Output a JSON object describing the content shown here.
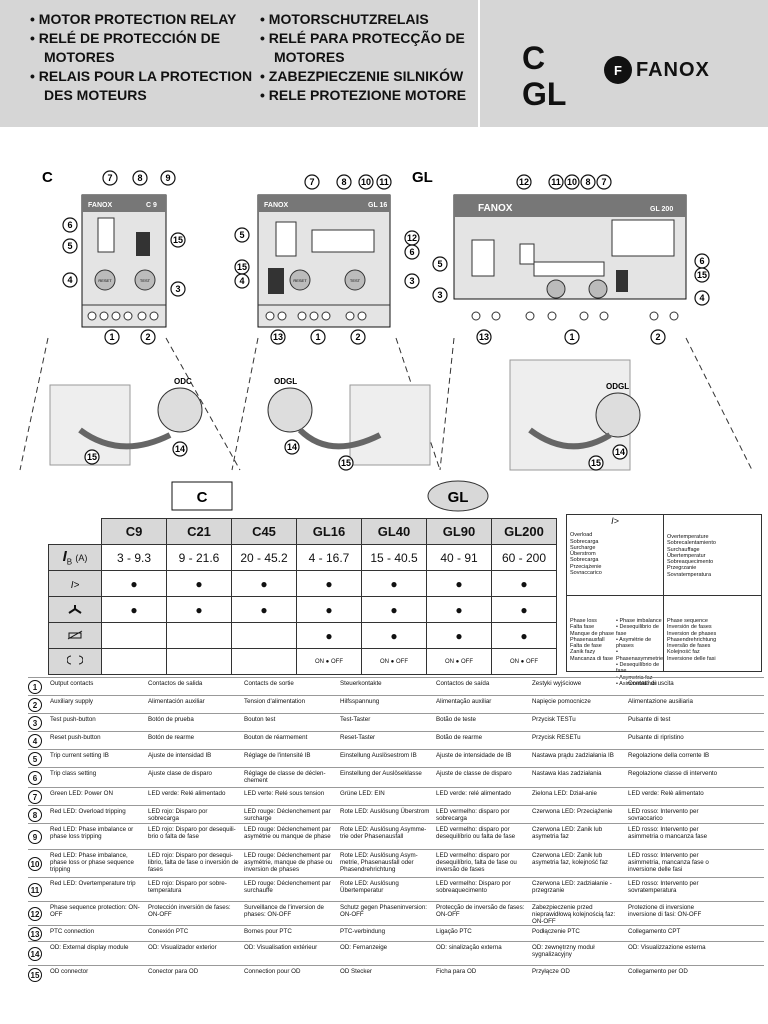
{
  "header": {
    "left": [
      "• MOTOR PROTECTION RELAY",
      "• RELÉ DE PROTECCIÓN DE MOTORES",
      "• RELAIS POUR LA PROTECTION DES MOTEURS"
    ],
    "right": [
      "• MOTORSCHUTZRELAIS",
      "• RELÉ PARA PROTECÇÃO DE MOTORES",
      "• ZABEZPIECZENIE SILNIKÓW",
      "• RELE PROTEZIONE MOTORE"
    ],
    "code_c": "C",
    "code_gl": "GL",
    "brand": "FANOX"
  },
  "diagram": {
    "label_c": "C",
    "label_gl": "GL",
    "odc": "ODC",
    "odgl_1": "ODGL",
    "odgl_2": "ODGL",
    "box_c": "C",
    "box_gl": "GL",
    "device_c_model": "C 9",
    "device_gl16_model": "GL 16",
    "device_gl200_model": "GL 200",
    "reset": "RESET",
    "test": "TEST"
  },
  "table": {
    "headers": [
      "C9",
      "C21",
      "C45",
      "GL16",
      "GL40",
      "GL90",
      "GL200"
    ],
    "ib_label": "I",
    "ib_sub": "B",
    "ib_unit": "(A)",
    "ib_values": [
      "3 - 9.3",
      "9 - 21.6",
      "20 - 45.2",
      "4 - 16.7",
      "15 - 40.5",
      "40 - 91",
      "60 - 200"
    ],
    "row_overload": [
      "●",
      "●",
      "●",
      "●",
      "●",
      "●",
      "●"
    ],
    "row_phase": [
      "●",
      "●",
      "●",
      "●",
      "●",
      "●",
      "●"
    ],
    "row_ptc": [
      "",
      "",
      "",
      "●",
      "●",
      "●",
      "●"
    ],
    "on": "ON",
    "off": "OFF"
  },
  "legend": {
    "overload_symbol": "I>",
    "overload": [
      "Overload",
      "Sobrecarga",
      "Surcharge",
      "Überstrom",
      "Sobrecarga",
      "Przeciążenie",
      "Sovraccarico"
    ],
    "overtemp": [
      "Overtemperature",
      "Sobrecalentamiento",
      "Surchauffage",
      "Übertemperatur",
      "Sobreaquecimento",
      "Przegrzanie",
      "Sovratemperatura"
    ],
    "phaseloss": [
      "Phase loss",
      "Falta fase",
      "Manque de phase",
      "Phasenausfall",
      "Falta de fase",
      "Zanik fazy",
      "Mancanza di fase"
    ],
    "imbalance": [
      "• Phase imbalance",
      "• Desequilibrio de fase",
      "• Asymétrie de phases",
      "• Phasenasymmetrie",
      "• Desequilíbrio de fase",
      "• Asymetria faz",
      "• Asimmetria fasi"
    ],
    "sequence": [
      "Phase sequence",
      "Inversión de fases",
      "Inversion de phases",
      "Phasendrehrichtung",
      "Inversão de fases",
      "Kolejność faz",
      "Inversione delle fasi"
    ]
  },
  "list": [
    {
      "n": "1",
      "cols": [
        "Output contacts",
        "Contactos de salida",
        "Contacts de sortie",
        "Steuerkontakte",
        "Contactos de saída",
        "Zestyki wyjściowe",
        "Contatti di uscita"
      ]
    },
    {
      "n": "2",
      "cols": [
        "Auxiliary supply",
        "Alimentación auxiliar",
        "Tension d'alimentation",
        "Hilfsspannung",
        "Alimentação auxiliar",
        "Napięcie pomocnicze",
        "Alimentazione ausiliaria"
      ]
    },
    {
      "n": "3",
      "cols": [
        "Test push-button",
        "Botón de prueba",
        "Bouton test",
        "Test-Taster",
        "Botão de teste",
        "Przycisk TESTu",
        "Pulsante di test"
      ]
    },
    {
      "n": "4",
      "cols": [
        "Reset push-button",
        "Botón de rearme",
        "Bouton de réarmement",
        "Reset-Taster",
        "Botão de rearme",
        "Przycisk RESETu",
        "Pulsante di ripristino"
      ]
    },
    {
      "n": "5",
      "cols": [
        "Trip current setting IB",
        "Ajuste de intensidad IB",
        "Réglage de l'intensité IB",
        "Einstellung Auslösestrom IB",
        "Ajuste de intensidade de IB",
        "Nastawa prądu zadziałania IB",
        "Regolazione della corrente IB"
      ]
    },
    {
      "n": "6",
      "cols": [
        "Trip class setting",
        "Ajuste clase de disparo",
        "Réglage de classe de déclen-chement",
        "Einstellung der Auslöseklasse",
        "Ajuste de classe de disparo",
        "Nastawa klas zadziałania",
        "Regolazione classe di intervento"
      ]
    },
    {
      "n": "7",
      "cols": [
        "Green LED: Power ON",
        "LED verde: Relé alimentado",
        "LED verte: Relé sous tension",
        "Grüne LED: EIN",
        "LED verde: relé alimentado",
        "Zielona LED: Dział-anie",
        "LED verde: Relè alimentato"
      ]
    },
    {
      "n": "8",
      "cols": [
        "Red LED: Overload tripping",
        "LED rojo: Disparo por sobrecarga",
        "LED rouge: Déclenchement par surcharge",
        "Rote LED: Auslösung Überstrom",
        "LED vermelho: disparo por sobrecarga",
        "Czerwona LED: Przeciążenie",
        "LED rosso: Intervento per sovraccarico"
      ]
    },
    {
      "n": "9",
      "cols": [
        "Red LED: Phase imbalance or phase loss tripping",
        "LED rojo: Disparo por desequili-brio o falta de fase",
        "LED rouge: Déclenchement par asymétrie ou manque de phase",
        "Rote LED: Auslösung Asymme-trie oder Phasenausfall",
        "LED vermelho: disparo por desequilíbrio ou falta de fase",
        "Czerwona LED: Zanik lub asymetria faz",
        "LED rosso: Intervento per asimmetria o mancanza fase"
      ]
    },
    {
      "n": "10",
      "cols": [
        "Red LED: Phase imbalance, phase loss or phase sequence tripping",
        "LED rojo: Disparo por desequi-librio, falta de fase o inversión de fases",
        "LED rouge: Déclenchement par asymétrie, manque de phase ou inversion de phases",
        "Rote LED: Auslösung Asym-metrie, Phasenausfall oder Phasendrehrichtung",
        "LED vermelho: disparo por desequilíbrio, falta de fase ou inversão de fases",
        "Czerwona LED: Zanik lub asymetria faz, kolejność faz",
        "LED rosso: Intervento per asimmetria, mancanza fase o inversione delle fasi"
      ]
    },
    {
      "n": "11",
      "cols": [
        "Red LED: Overtemperature trip",
        "LED rojo: Disparo por sobre-temperatura",
        "LED rouge: Déclenchement par surchauffe",
        "Rote LED: Auslösung Übertemperatur",
        "LED vermelho: Disparo por sobreaquecimento",
        "Czerwona LED: zadziałanie - przegrzanie",
        "LED rosso: Intervento per sovratemperatura"
      ]
    },
    {
      "n": "12",
      "cols": [
        "Phase sequence protection: ON-OFF",
        "Protección inversión de fases: ON-OFF",
        "Surveillance de l'inversion de phases: ON-OFF",
        "Schutz gegen Phaseninversion: ON-OFF",
        "Protecção de inversão de fases: ON-OFF",
        "Zabezpieczenie przed nieprawidłową kolejnością faz: ON-OFF",
        "Protezione di inversione inversione di fasi: ON-OFF"
      ]
    },
    {
      "n": "13",
      "cols": [
        "PTC connection",
        "Conexión PTC",
        "Bornes pour PTC",
        "PTC-verbindung",
        "Ligação PTC",
        "Podłączenie PTC",
        "Collegamento CPT"
      ]
    },
    {
      "n": "14",
      "cols": [
        "OD: External display module",
        "OD: Visualizador exterior",
        "OD: Visualisation extérieur",
        "OD: Fernanzeige",
        "OD: sinalização externa",
        "OD: zewnętrzny moduł sygnalizacyjny",
        "OD: Visualizzazione esterna"
      ]
    },
    {
      "n": "15",
      "cols": [
        "OD connector",
        "Conector para OD",
        "Connection pour OD",
        "OD Stecker",
        "Ficha para OD",
        "Przyłącze OD",
        "Collegamento per OD"
      ]
    }
  ]
}
